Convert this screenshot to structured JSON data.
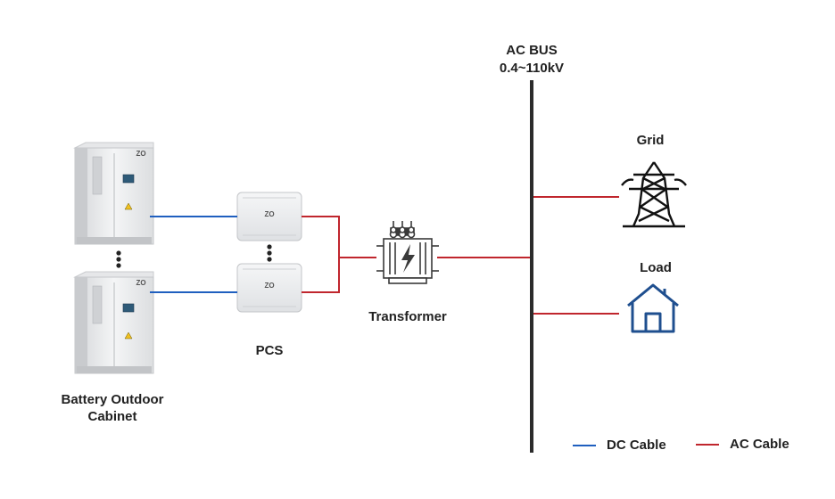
{
  "ac_bus": {
    "title": "AC BUS",
    "voltage": "0.4~110kV"
  },
  "battery": {
    "line1": "Battery Outdoor",
    "line2": "Cabinet",
    "brand": "ZO"
  },
  "pcs": {
    "label": "PCS",
    "brand": "ZO"
  },
  "transformer": {
    "label": "Transformer"
  },
  "grid": {
    "label": "Grid"
  },
  "load": {
    "label": "Load"
  },
  "legend": {
    "dc": "DC Cable",
    "ac": "AC Cable"
  },
  "colors": {
    "dc": "#1f5fbf",
    "ac": "#c0262d",
    "bus": "#2b2b2b",
    "icon": "#1f4f8f"
  },
  "icons": {
    "grid": "transmission-tower-icon",
    "load": "house-icon",
    "transformer": "transformer-icon"
  }
}
